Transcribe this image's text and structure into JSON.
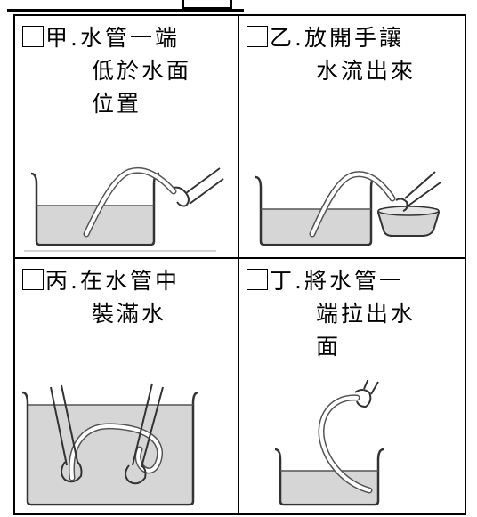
{
  "options": [
    {
      "marker": "甲.",
      "lines": [
        "水管一端",
        "低於水面",
        "位置"
      ],
      "picture": "hose-end-below-water"
    },
    {
      "marker": "乙.",
      "lines": [
        "放開手讓",
        "水流出來"
      ],
      "picture": "water-flowing-into-bowl"
    },
    {
      "marker": "丙.",
      "lines": [
        "在水管中",
        "裝滿水"
      ],
      "picture": "hose-filled-in-water"
    },
    {
      "marker": "丁.",
      "lines": [
        "將水管一",
        "端拉出水",
        "面"
      ],
      "picture": "hose-pulled-out-of-water"
    }
  ],
  "colors": {
    "water": "#d6d6d6",
    "line": "#333333"
  }
}
